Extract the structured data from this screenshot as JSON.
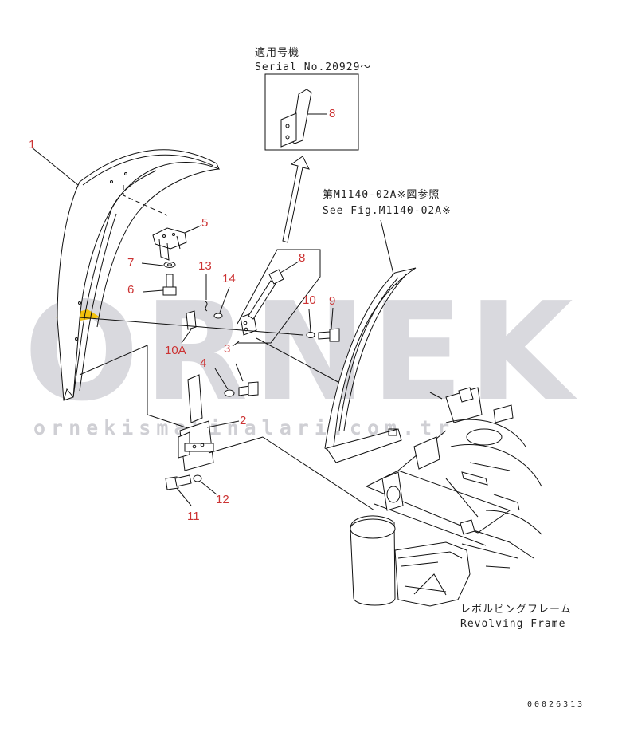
{
  "watermark": {
    "brand": "ORNEK",
    "site": "ornekismakinalari.com.tr",
    "accent_color": "#f2c20c"
  },
  "inset": {
    "jp_title": "適用号機",
    "serial": "Serial No.20929～",
    "part_label": "8"
  },
  "ref_note": {
    "jp": "第M1140-02A※図参照",
    "en": "See Fig.M1140-02A※"
  },
  "frame_note": {
    "jp": "レボルビングフレーム",
    "en": "Revolving Frame"
  },
  "part_labels": {
    "p1": "1",
    "p2": "2",
    "p3": "3",
    "p4": "4",
    "p5": "5",
    "p6": "6",
    "p7": "7",
    "p8": "8",
    "p9": "9",
    "p10": "10",
    "p10a": "10A",
    "p11": "11",
    "p12": "12",
    "p13": "13",
    "p14": "14"
  },
  "drawing_no": "00026313"
}
